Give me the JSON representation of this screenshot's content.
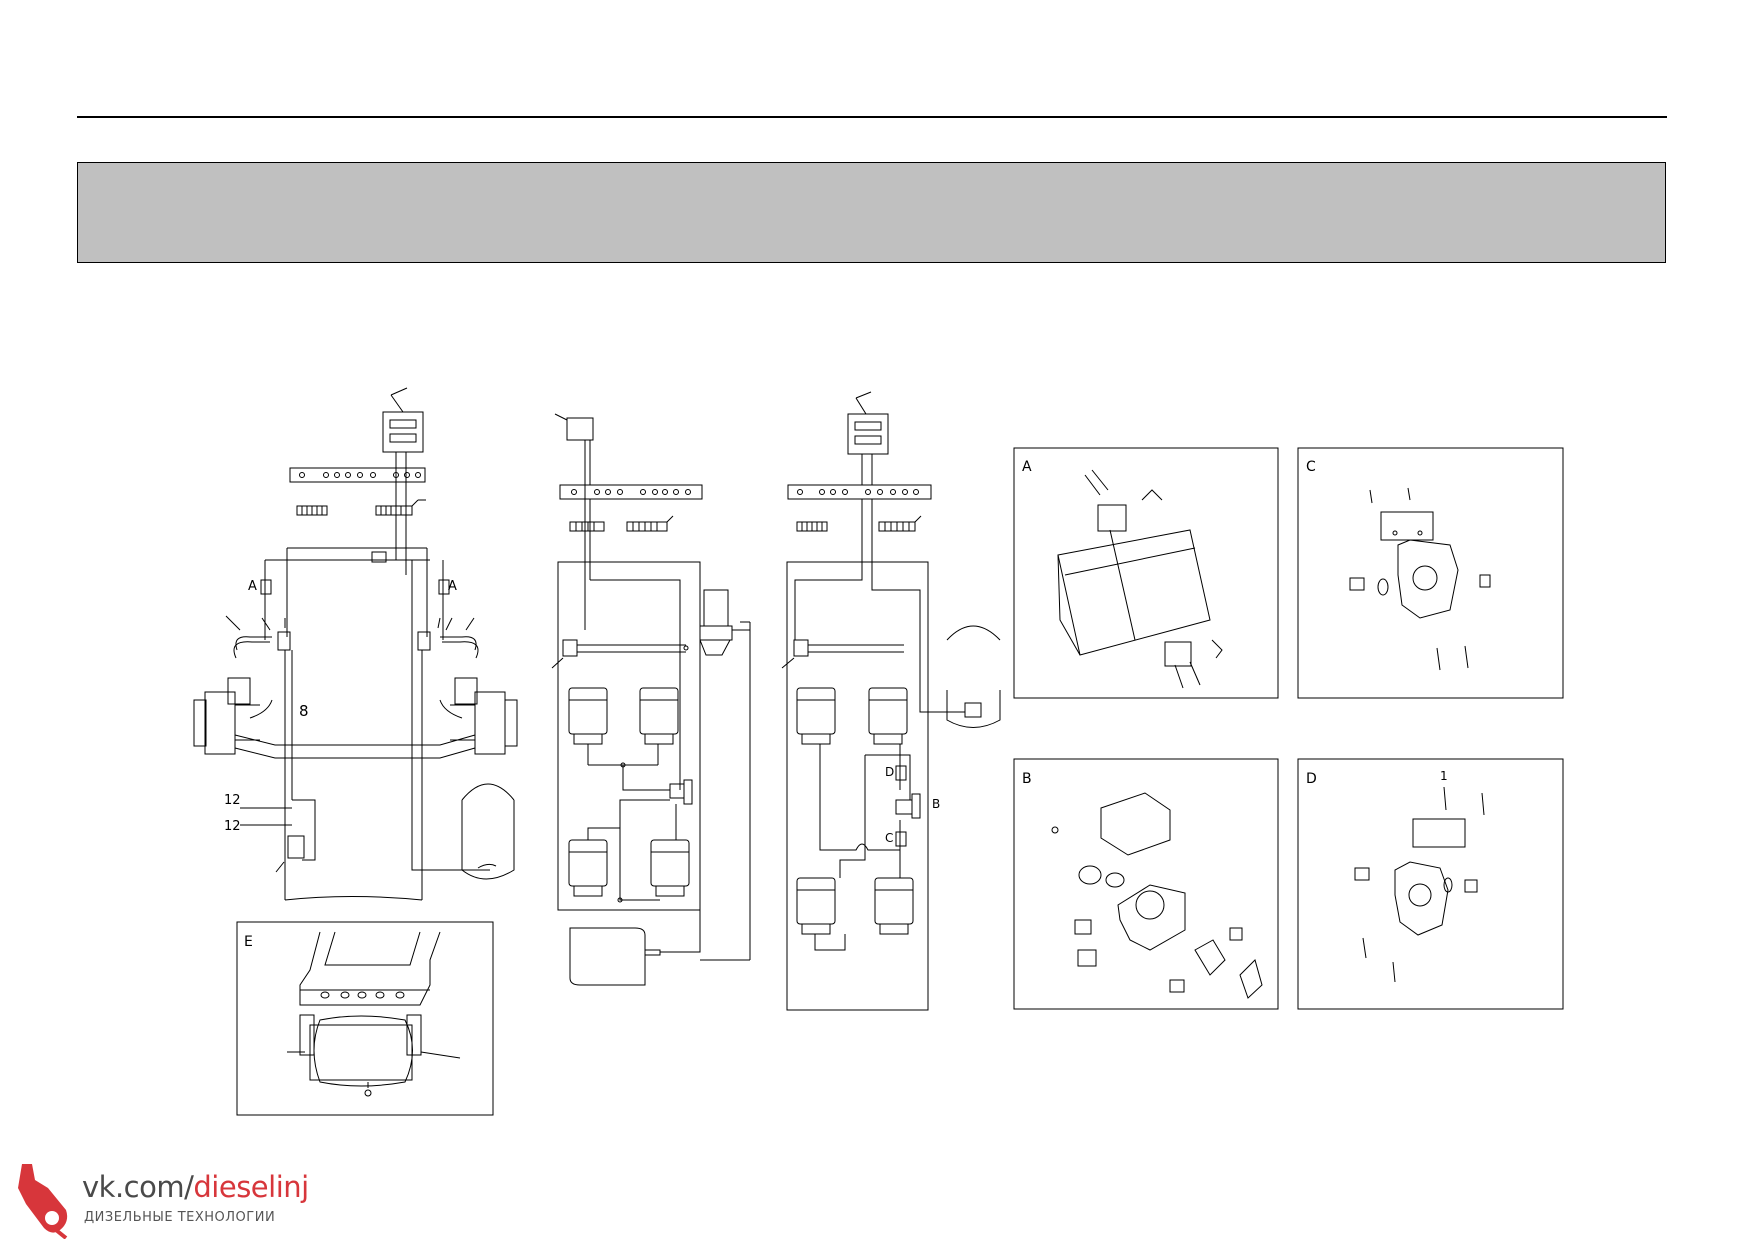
{
  "detail_labels": {
    "A": "A",
    "B": "B",
    "C": "C",
    "D": "D",
    "E": "E"
  },
  "callouts": {
    "left_A1": "A",
    "left_A2": "A",
    "axle_8": "8",
    "line_12_top": "12",
    "line_12_bottom": "12",
    "right_D": "D",
    "right_C": "C",
    "right_B": "B",
    "detail_D_1": "1"
  },
  "logo": {
    "site": "vk.com/",
    "brand": "dieselinj",
    "subtitle": "ДИЗЕЛЬНЫЕ ТЕХНОЛОГИИ",
    "accent_color": "#d7363b",
    "icon": "fuel-injector-icon"
  }
}
